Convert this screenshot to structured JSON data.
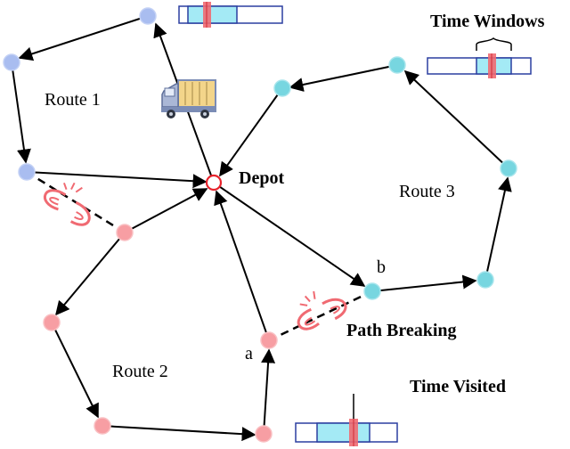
{
  "labels": {
    "route1": "Route 1",
    "route2": "Route 2",
    "route3": "Route 3",
    "depot": "Depot",
    "path_breaking": "Path Breaking",
    "time_windows": "Time Windows",
    "time_visited": "Time Visited",
    "node_a": "a",
    "node_b": "b"
  },
  "colors": {
    "route1_node": "#a9bdf0",
    "route2_node": "#f79ea3",
    "route3_node": "#77d6e0",
    "depot_stroke": "#e8232c",
    "bar_fill": "#a4eaf5",
    "bar_stroke": "#2b3fa0",
    "marker": "#f06a72",
    "chain": "#f06a72",
    "truck_body": "#7b8cb5",
    "truck_cargo": "#f3d58a"
  },
  "icons": [
    "truck-icon",
    "broken-chain-icon"
  ]
}
